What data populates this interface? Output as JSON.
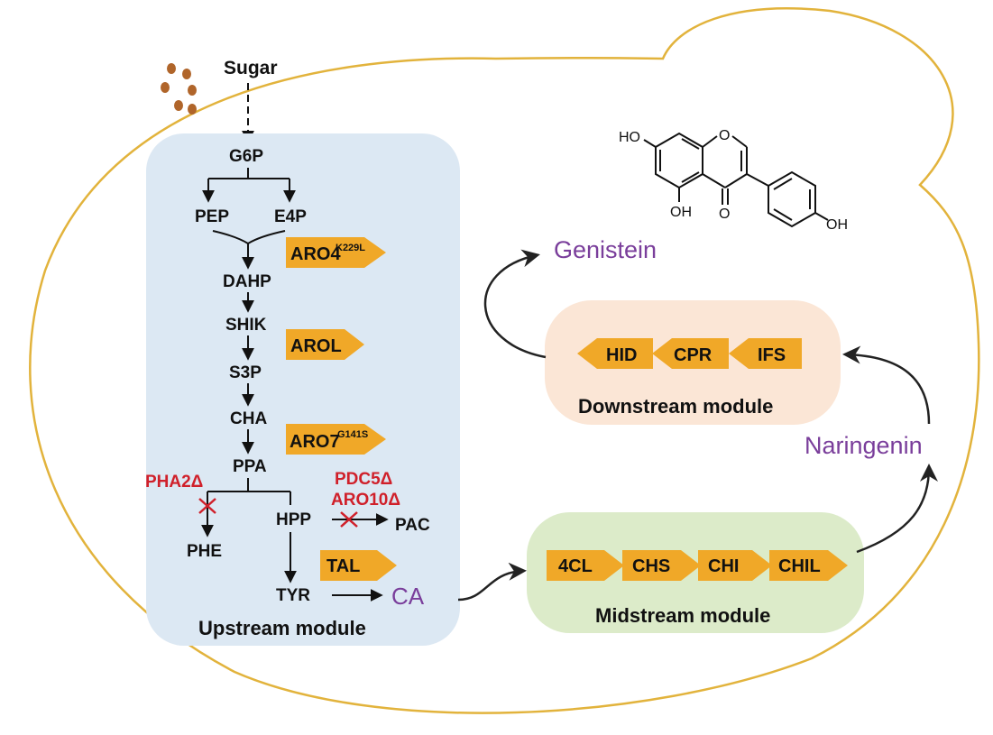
{
  "colors": {
    "cell_outline": "#e2b33c",
    "upstream_bg": "#dce8f3",
    "midstream_bg": "#dcebc9",
    "downstream_bg": "#fbe6d6",
    "enzyme_fill": "#f0a828",
    "deletion_red": "#d0202a",
    "product_purple": "#7a3e9b",
    "sugar_dots": "#b0652a"
  },
  "inputs": {
    "sugar": "Sugar"
  },
  "metabolites": {
    "g6p": "G6P",
    "pep": "PEP",
    "e4p": "E4P",
    "dahp": "DAHP",
    "shik": "SHIK",
    "s3p": "S3P",
    "cha": "CHA",
    "ppa": "PPA",
    "hpp": "HPP",
    "phe": "PHE",
    "pac": "PAC",
    "tyr": "TYR"
  },
  "enzymes": {
    "aro4": "ARO4",
    "aro4_mut": "K229L",
    "arol": "AROL",
    "aro7": "ARO7",
    "aro7_mut": "G141S",
    "tal": "TAL",
    "midstream": [
      "4CL",
      "CHS",
      "CHI",
      "CHIL"
    ],
    "downstream": [
      "HID",
      "CPR",
      "IFS"
    ]
  },
  "deletions": {
    "pha2": "PHA2Δ",
    "pdc5": "PDC5Δ",
    "aro10": "ARO10Δ"
  },
  "products": {
    "ca": "CA",
    "naringenin": "Naringenin",
    "genistein": "Genistein"
  },
  "modules": {
    "upstream": "Upstream module",
    "midstream": "Midstream module",
    "downstream": "Downstream module"
  },
  "structure_labels": {
    "ho": "HO",
    "oh_bottom": "OH",
    "o_keto": "O",
    "o_ring": "O",
    "oh_right": "OH"
  }
}
